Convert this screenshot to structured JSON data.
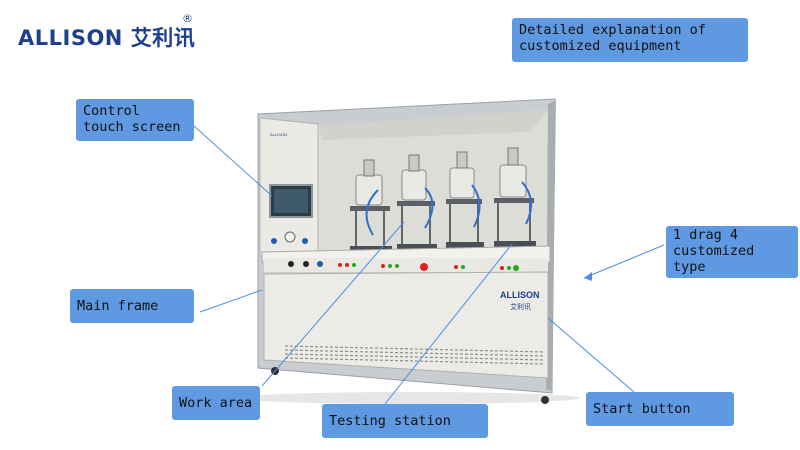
{
  "brand": {
    "name_latin": "ALLISON",
    "name_cn": "艾利讯",
    "registered": "®"
  },
  "callouts": {
    "title": "Detailed explanation of\ncustomized equipment",
    "touch_screen": "Control\ntouch screen",
    "drag": "1 drag 4\ncustomized\ntype",
    "main_frame": "Main frame",
    "work_area": "Work area",
    "testing_station": "Testing station",
    "start_button": "Start button"
  },
  "machine": {
    "front_logo": "ALLISON",
    "front_logo_cn": "艾利讯",
    "screen_label": "ALLISON",
    "colors": {
      "frame": "#b7bcc1",
      "panel": "#ecebe6",
      "callout": "#5e99e1",
      "leader": "#4a8fe0",
      "logo": "#1e3f8c"
    }
  }
}
